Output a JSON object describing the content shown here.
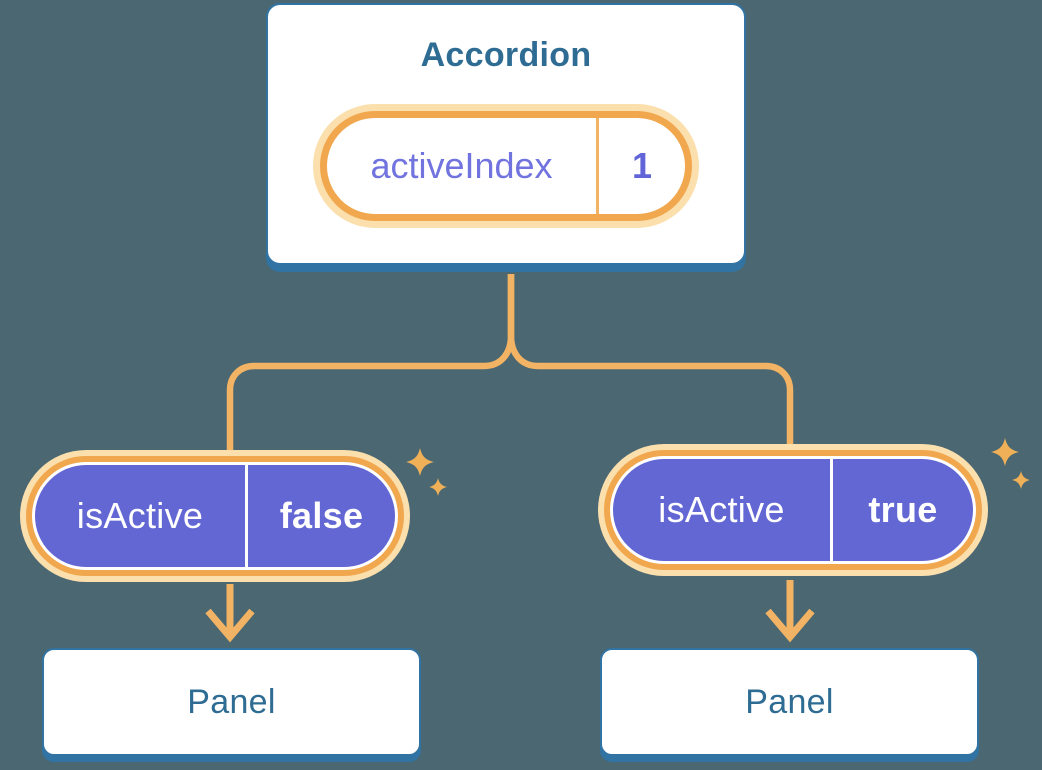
{
  "root_card": {
    "title": "Accordion",
    "state_pill": {
      "label": "activeIndex",
      "value": "1"
    }
  },
  "children": [
    {
      "prop_pill": {
        "label": "isActive",
        "value": "false"
      },
      "panel_label": "Panel"
    },
    {
      "prop_pill": {
        "label": "isActive",
        "value": "true"
      },
      "panel_label": "Panel"
    }
  ],
  "colors": {
    "background": "#4A6772",
    "card_border_blue": "#3173A3",
    "heading_blue": "#2F6C93",
    "connector_orange": "#F3B364",
    "pill_ring_orange": "#F1A74E",
    "pill_glow_cream": "#FBDFAD",
    "sparkle_orange": "#F0B057",
    "pill_purple_fill": "#6267D4",
    "pill_purple_text": "#7174DF"
  }
}
